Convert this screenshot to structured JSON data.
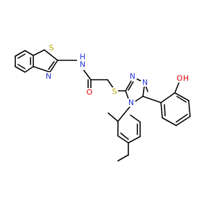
{
  "colors": {
    "background": "#ffffff",
    "bond": "#000000",
    "S": "#b5a400",
    "N": "#2233dd",
    "O": "#dd0000"
  },
  "atoms": {
    "s_thiazole": "S",
    "n_thiazole": "N",
    "nh": "H",
    "nh_n": "N",
    "o_carbonyl": "O",
    "s_thioether": "S",
    "n_triazole_top": "N",
    "n_triazole_right": "N",
    "n_triazole_bottom": "N",
    "oh_o": "O",
    "oh_h": "H"
  }
}
